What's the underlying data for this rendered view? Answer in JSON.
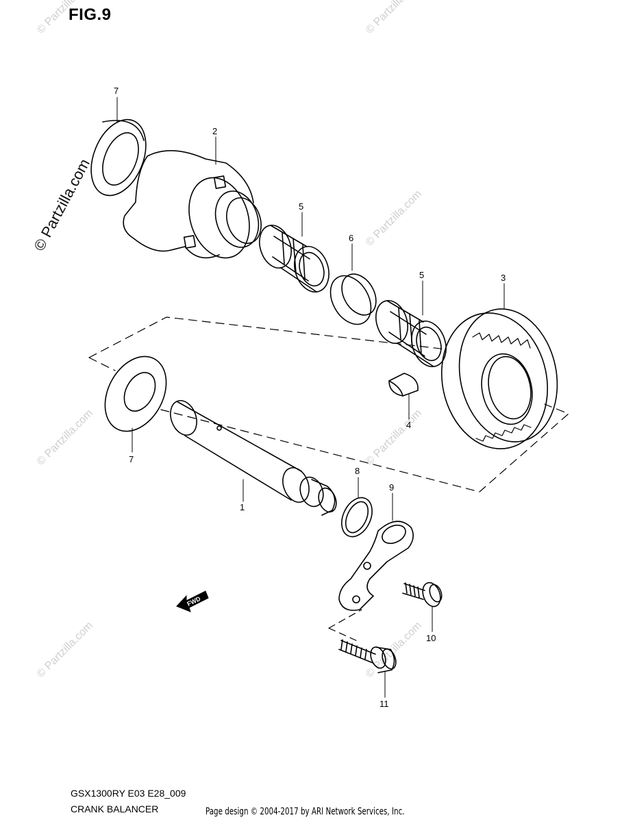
{
  "figure": {
    "title": "FIG.9",
    "model_code": "GSX1300RY E03 E28_009",
    "assembly_name": "CRANK BALANCER"
  },
  "footer": {
    "page_design": "Page design © 2004-2017 by ARI Network Services, Inc."
  },
  "watermark": {
    "text": "© Partzilla.com"
  },
  "direction_marker": {
    "label": "FWD"
  },
  "callouts": {
    "c1": "1",
    "c2": "2",
    "c3": "3",
    "c4": "4",
    "c5a": "5",
    "c5b": "5",
    "c6": "6",
    "c7a": "7",
    "c7b": "7",
    "c8": "8",
    "c9": "9",
    "c10": "10",
    "c11": "11"
  },
  "colors": {
    "line": "#000000",
    "watermark": "#cfcfcf",
    "background": "#ffffff"
  }
}
